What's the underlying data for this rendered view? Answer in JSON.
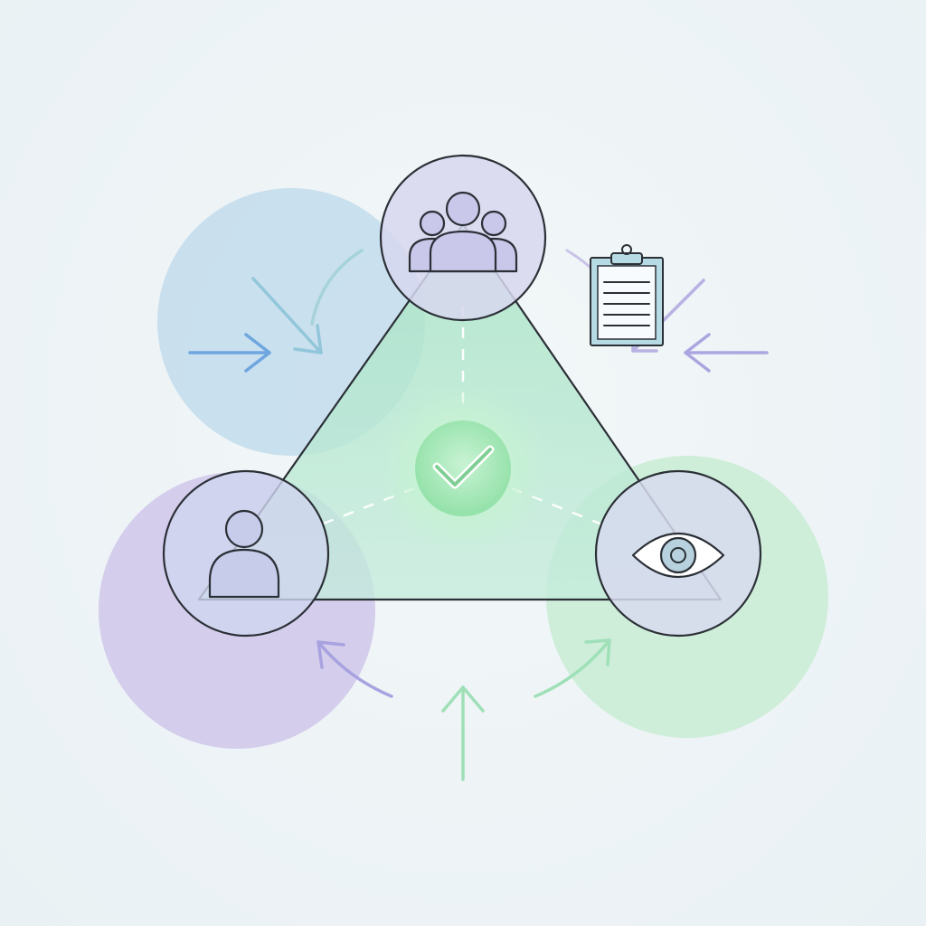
{
  "diagram": {
    "nodes": [
      {
        "id": "team",
        "icon": "group-icon"
      },
      {
        "id": "individual",
        "icon": "person-icon"
      },
      {
        "id": "observer",
        "icon": "eye-icon"
      }
    ],
    "center": {
      "icon": "checkmark-icon"
    },
    "attachment": {
      "icon": "clipboard-icon"
    }
  },
  "colors": {
    "background": "#eef4f6",
    "blue_zone": "#b9d6ea",
    "purple_zone": "#c9c1e6",
    "green_zone": "#bfe8cd",
    "triangle_fill": "#bfe9d4",
    "stroke": "#2b2f36",
    "arrow_blue": "#6fa6e0",
    "arrow_teal": "#8ac6d2",
    "arrow_purple": "#aba5e0",
    "arrow_green": "#9fe0b8",
    "check_glow": "#8fe0a4"
  }
}
